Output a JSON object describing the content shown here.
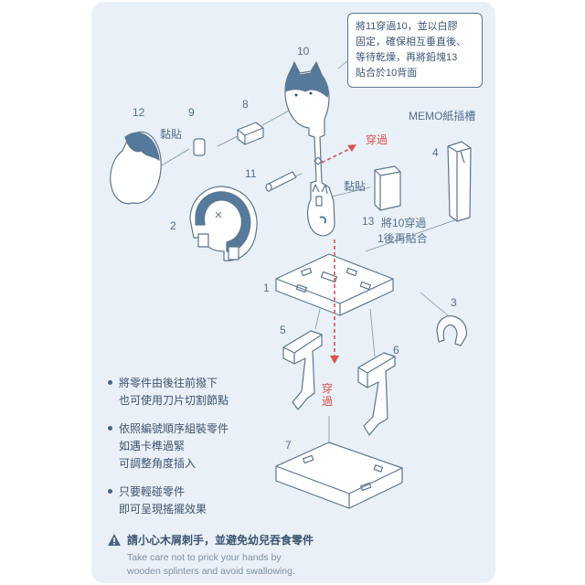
{
  "colors": {
    "card_bg": "#e9f0f7",
    "outline": "#5d7690",
    "piece_fill": "#ffffff",
    "blue_fill": "#557a9c",
    "arrow_red": "#d9534f",
    "text": "#3c5470"
  },
  "callout": {
    "lines": [
      "將11穿過10，並以白膠",
      "固定，確保相互垂直後、",
      "等待乾燥，再將鉛塊13",
      "貼合於10背面"
    ]
  },
  "labels": {
    "n1": "1",
    "n2": "2",
    "n3": "3",
    "n4": "4",
    "n5": "5",
    "n6": "6",
    "n7": "7",
    "n8": "8",
    "n9": "9",
    "n10": "10",
    "n11": "11",
    "n12": "12",
    "n13": "13",
    "stick1": "黏貼",
    "stick2": "黏貼",
    "pass1": "穿過",
    "pass2": "穿過",
    "memo_slot": "MEMO紙插槽",
    "n13_note_1": "將10穿過",
    "n13_note_2": "1後再貼合"
  },
  "notes": [
    {
      "lines": [
        "將零件由後往前撥下",
        "也可使用刀片切割節點"
      ]
    },
    {
      "lines": [
        "依照編號順序組裝零件",
        "如遇卡榫過緊",
        "可調整角度插入"
      ]
    },
    {
      "lines": [
        "只要輕碰零件",
        "即可呈現搖擺效果"
      ]
    }
  ],
  "warning": {
    "icon": "warning-triangle-icon",
    "zh": "請小心木屑刺手，並避免幼兒吞食零件",
    "en_lines": [
      "Take care not to prick your hands by",
      "wooden splinters and avoid swallowing."
    ]
  }
}
